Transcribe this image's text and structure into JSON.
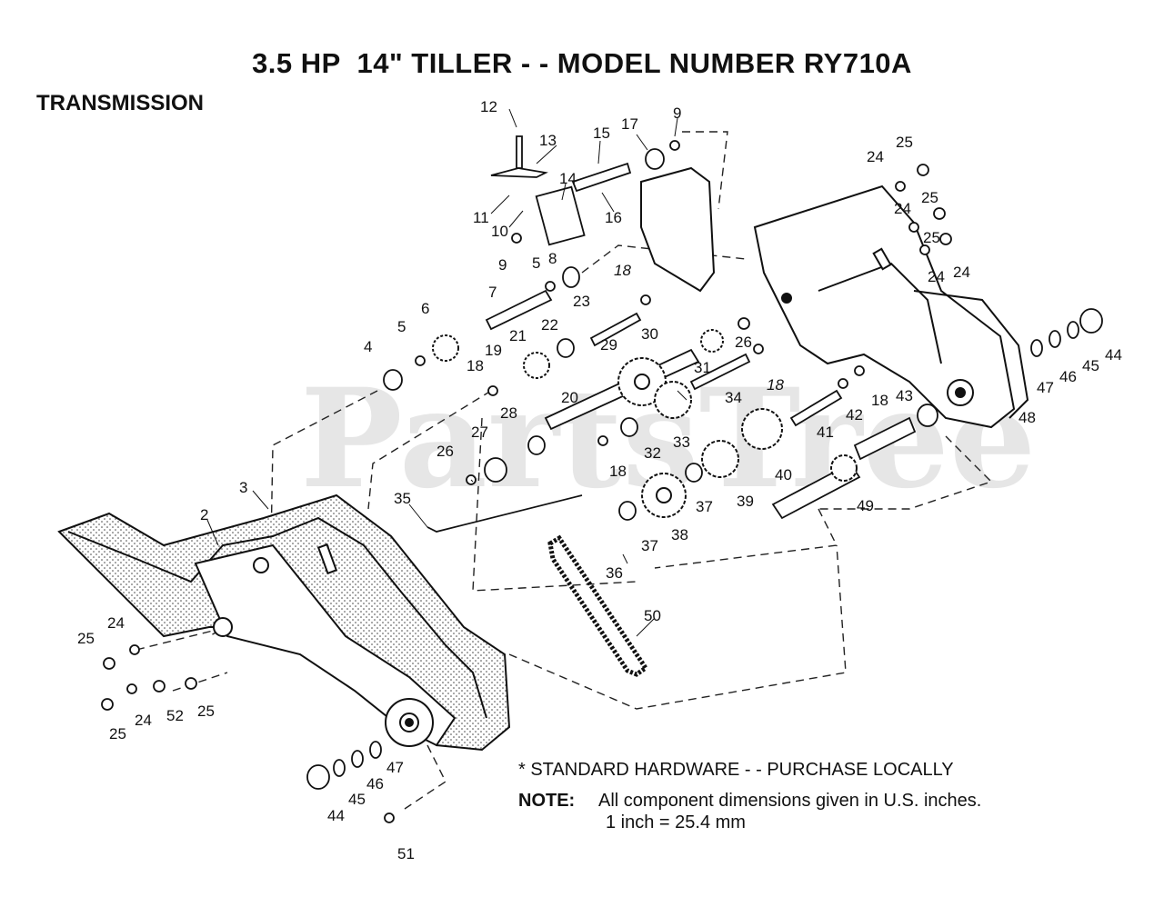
{
  "header": {
    "title": "3.5 HP  14\" TILLER - - MODEL NUMBER RY710A",
    "section": "TRANSMISSION"
  },
  "watermark": "PartsTree",
  "diagram": {
    "callouts": [
      "12",
      "13",
      "15",
      "17",
      "9",
      "14",
      "11",
      "10",
      "16",
      "9",
      "5",
      "8",
      "7",
      "18",
      "23",
      "6",
      "5",
      "4",
      "22",
      "21",
      "19",
      "18",
      "20",
      "29",
      "30",
      "31",
      "26",
      "18",
      "34",
      "28",
      "27",
      "26",
      "32",
      "18",
      "33",
      "35",
      "3",
      "2",
      "38",
      "37",
      "36",
      "37",
      "39",
      "40",
      "41",
      "42",
      "18",
      "43",
      "49",
      "50",
      "25",
      "24",
      "25",
      "24",
      "52",
      "25",
      "24",
      "25",
      "24",
      "25",
      "24",
      "24",
      "25",
      "47",
      "46",
      "45",
      "44",
      "48",
      "47",
      "46",
      "45",
      "44",
      "51"
    ]
  },
  "notes": {
    "standard_hardware": "* STANDARD HARDWARE - - PURCHASE LOCALLY",
    "note_label": "NOTE:",
    "note_line1": "All component dimensions given in U.S. inches.",
    "note_line2": "1 inch = 25.4 mm"
  }
}
